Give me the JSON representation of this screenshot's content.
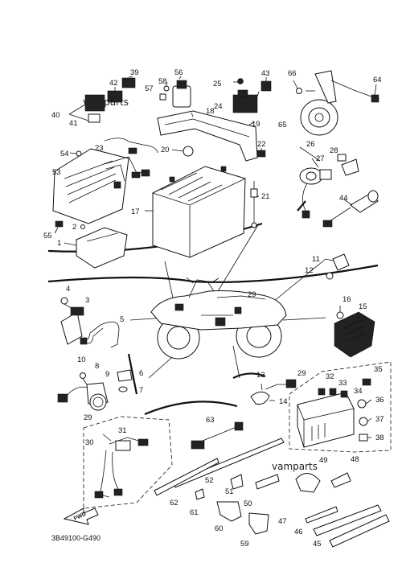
{
  "watermarks": [
    "vamparts",
    "vamparts"
  ],
  "diagram_code": "3B49100-G490",
  "fwd_label": "FWD",
  "part_labels": [
    {
      "id": "p1",
      "text": "1"
    },
    {
      "id": "p2",
      "text": "2"
    },
    {
      "id": "p3",
      "text": "3"
    },
    {
      "id": "p4",
      "text": "4"
    },
    {
      "id": "p5",
      "text": "5"
    },
    {
      "id": "p6",
      "text": "6"
    },
    {
      "id": "p7",
      "text": "7"
    },
    {
      "id": "p8",
      "text": "8"
    },
    {
      "id": "p9",
      "text": "9"
    },
    {
      "id": "p10",
      "text": "10"
    },
    {
      "id": "p11",
      "text": "11"
    },
    {
      "id": "p12",
      "text": "12"
    },
    {
      "id": "p13",
      "text": "13"
    },
    {
      "id": "p14",
      "text": "14"
    },
    {
      "id": "p15",
      "text": "15"
    },
    {
      "id": "p16",
      "text": "16"
    },
    {
      "id": "p17",
      "text": "17"
    },
    {
      "id": "p18",
      "text": "18"
    },
    {
      "id": "p19",
      "text": "19"
    },
    {
      "id": "p20",
      "text": "20"
    },
    {
      "id": "p21",
      "text": "21"
    },
    {
      "id": "p22",
      "text": "22"
    },
    {
      "id": "p23",
      "text": "23"
    },
    {
      "id": "p24",
      "text": "24"
    },
    {
      "id": "p25",
      "text": "25"
    },
    {
      "id": "p26",
      "text": "26"
    },
    {
      "id": "p27",
      "text": "27"
    },
    {
      "id": "p28",
      "text": "28"
    },
    {
      "id": "p29a",
      "text": "29"
    },
    {
      "id": "p29b",
      "text": "29"
    },
    {
      "id": "p29c",
      "text": "29"
    },
    {
      "id": "p30",
      "text": "30"
    },
    {
      "id": "p31",
      "text": "31"
    },
    {
      "id": "p32",
      "text": "32"
    },
    {
      "id": "p33",
      "text": "33"
    },
    {
      "id": "p34",
      "text": "34"
    },
    {
      "id": "p35",
      "text": "35"
    },
    {
      "id": "p36",
      "text": "36"
    },
    {
      "id": "p37",
      "text": "37"
    },
    {
      "id": "p38",
      "text": "38"
    },
    {
      "id": "p39",
      "text": "39"
    },
    {
      "id": "p40",
      "text": "40"
    },
    {
      "id": "p41",
      "text": "41"
    },
    {
      "id": "p42",
      "text": "42"
    },
    {
      "id": "p43",
      "text": "43"
    },
    {
      "id": "p44",
      "text": "44"
    },
    {
      "id": "p45",
      "text": "45"
    },
    {
      "id": "p46",
      "text": "46"
    },
    {
      "id": "p47",
      "text": "47"
    },
    {
      "id": "p48",
      "text": "48"
    },
    {
      "id": "p49",
      "text": "49"
    },
    {
      "id": "p50",
      "text": "50"
    },
    {
      "id": "p51",
      "text": "51"
    },
    {
      "id": "p52",
      "text": "52"
    },
    {
      "id": "p53",
      "text": "53"
    },
    {
      "id": "p54",
      "text": "54"
    },
    {
      "id": "p55",
      "text": "55"
    },
    {
      "id": "p56",
      "text": "56"
    },
    {
      "id": "p57",
      "text": "57"
    },
    {
      "id": "p58",
      "text": "58"
    },
    {
      "id": "p59",
      "text": "59"
    },
    {
      "id": "p60",
      "text": "60"
    },
    {
      "id": "p61",
      "text": "61"
    },
    {
      "id": "p62",
      "text": "62"
    },
    {
      "id": "p63",
      "text": "63"
    },
    {
      "id": "p64",
      "text": "64"
    },
    {
      "id": "p65",
      "text": "65"
    },
    {
      "id": "p66",
      "text": "66"
    }
  ]
}
